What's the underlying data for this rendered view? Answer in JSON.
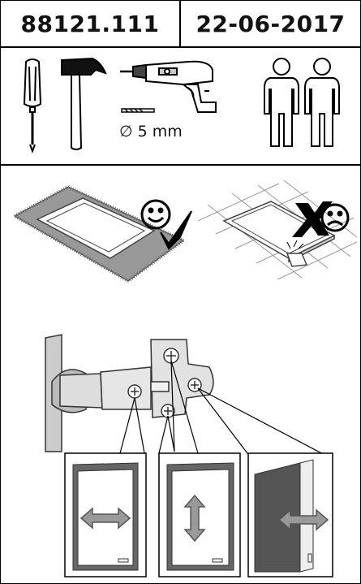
{
  "header": {
    "article_number": "88121.111",
    "date": "22-06-2017"
  },
  "tools": {
    "icons": [
      "screwdriver-icon",
      "hammer-icon",
      "drill-icon",
      "drill-bit-icon",
      "two-persons-icon"
    ],
    "drill_bit_size": "∅ 5 mm"
  },
  "surface_guidance": {
    "correct": "rug-protected-surface-smiley-check",
    "incorrect": "hard-tile-surface-frown-cross"
  },
  "hinge_adjustment": {
    "panels": [
      "side-adjustment",
      "height-adjustment",
      "depth-adjustment"
    ]
  }
}
